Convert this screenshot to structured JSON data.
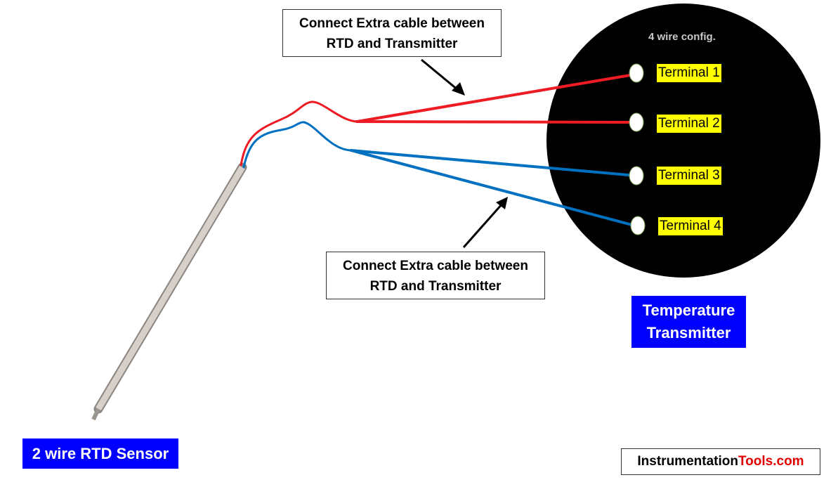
{
  "callout_top": {
    "line1": "Connect Extra cable between",
    "line2": "RTD and Transmitter"
  },
  "callout_bottom": {
    "line1": "Connect Extra cable between",
    "line2": "RTD and Transmitter"
  },
  "transmitter": {
    "config": "4 wire config.",
    "terminals": [
      "Terminal 1",
      "Terminal 2",
      "Terminal 3",
      "Terminal 4"
    ],
    "label_line1": "Temperature",
    "label_line2": "Transmitter"
  },
  "sensor_label": "2 wire RTD Sensor",
  "brand": {
    "part1": "Instrumentation",
    "part2": "Tools.com"
  },
  "colors": {
    "red_wire": "#ed1c24",
    "blue_wire": "#0070c0",
    "label_bg": "#0000ff",
    "terminal_bg": "#ffff00"
  }
}
